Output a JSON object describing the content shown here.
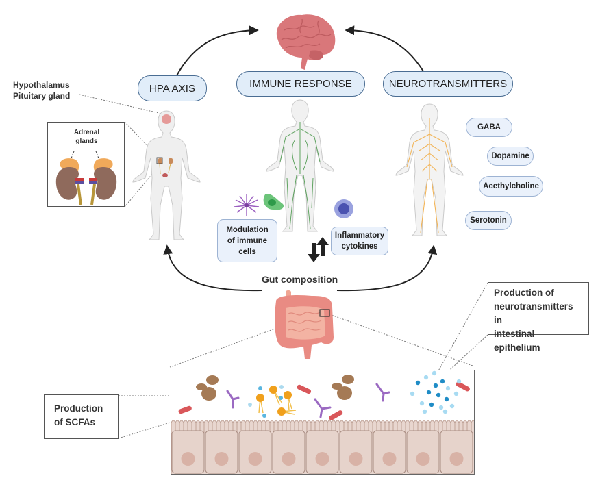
{
  "diagram": {
    "top_target": {
      "icon": "brain-icon"
    },
    "pathways": [
      {
        "key": "hpa",
        "label": "HPA AXIS"
      },
      {
        "key": "immune",
        "label": "IMMUNE RESPONSE"
      },
      {
        "key": "neuro",
        "label": "NEUROTRANSMITTERS"
      }
    ],
    "hpa": {
      "brain_label": "Hypothalamus\nPituitary gland",
      "inset_label": "Adrenal\nglands"
    },
    "immune": {
      "modulation_label": "Modulation\nof immune\ncells",
      "cytokines_label": "Inflammatory\ncytokines"
    },
    "neurotransmitters": [
      "GABA",
      "Dopamine",
      "Acethylcholine",
      "Serotonin"
    ],
    "gut": {
      "title": "Gut composition",
      "scfa_callout": "Production\nof SCFAs",
      "neuro_callout": "Production of\nneurotransmitters in\nintestinal epithelium"
    },
    "colors": {
      "pill_fill": "#e1edf9",
      "pill_border": "#4a6d93",
      "tag_fill": "#eaf1fb",
      "tag_border": "#9db3d3",
      "brain": "#d9777a",
      "lymph": "#4f9a50",
      "nerves": "#f2b457",
      "gut": "#e98b83",
      "epithelium": "#e8d6cf"
    }
  }
}
